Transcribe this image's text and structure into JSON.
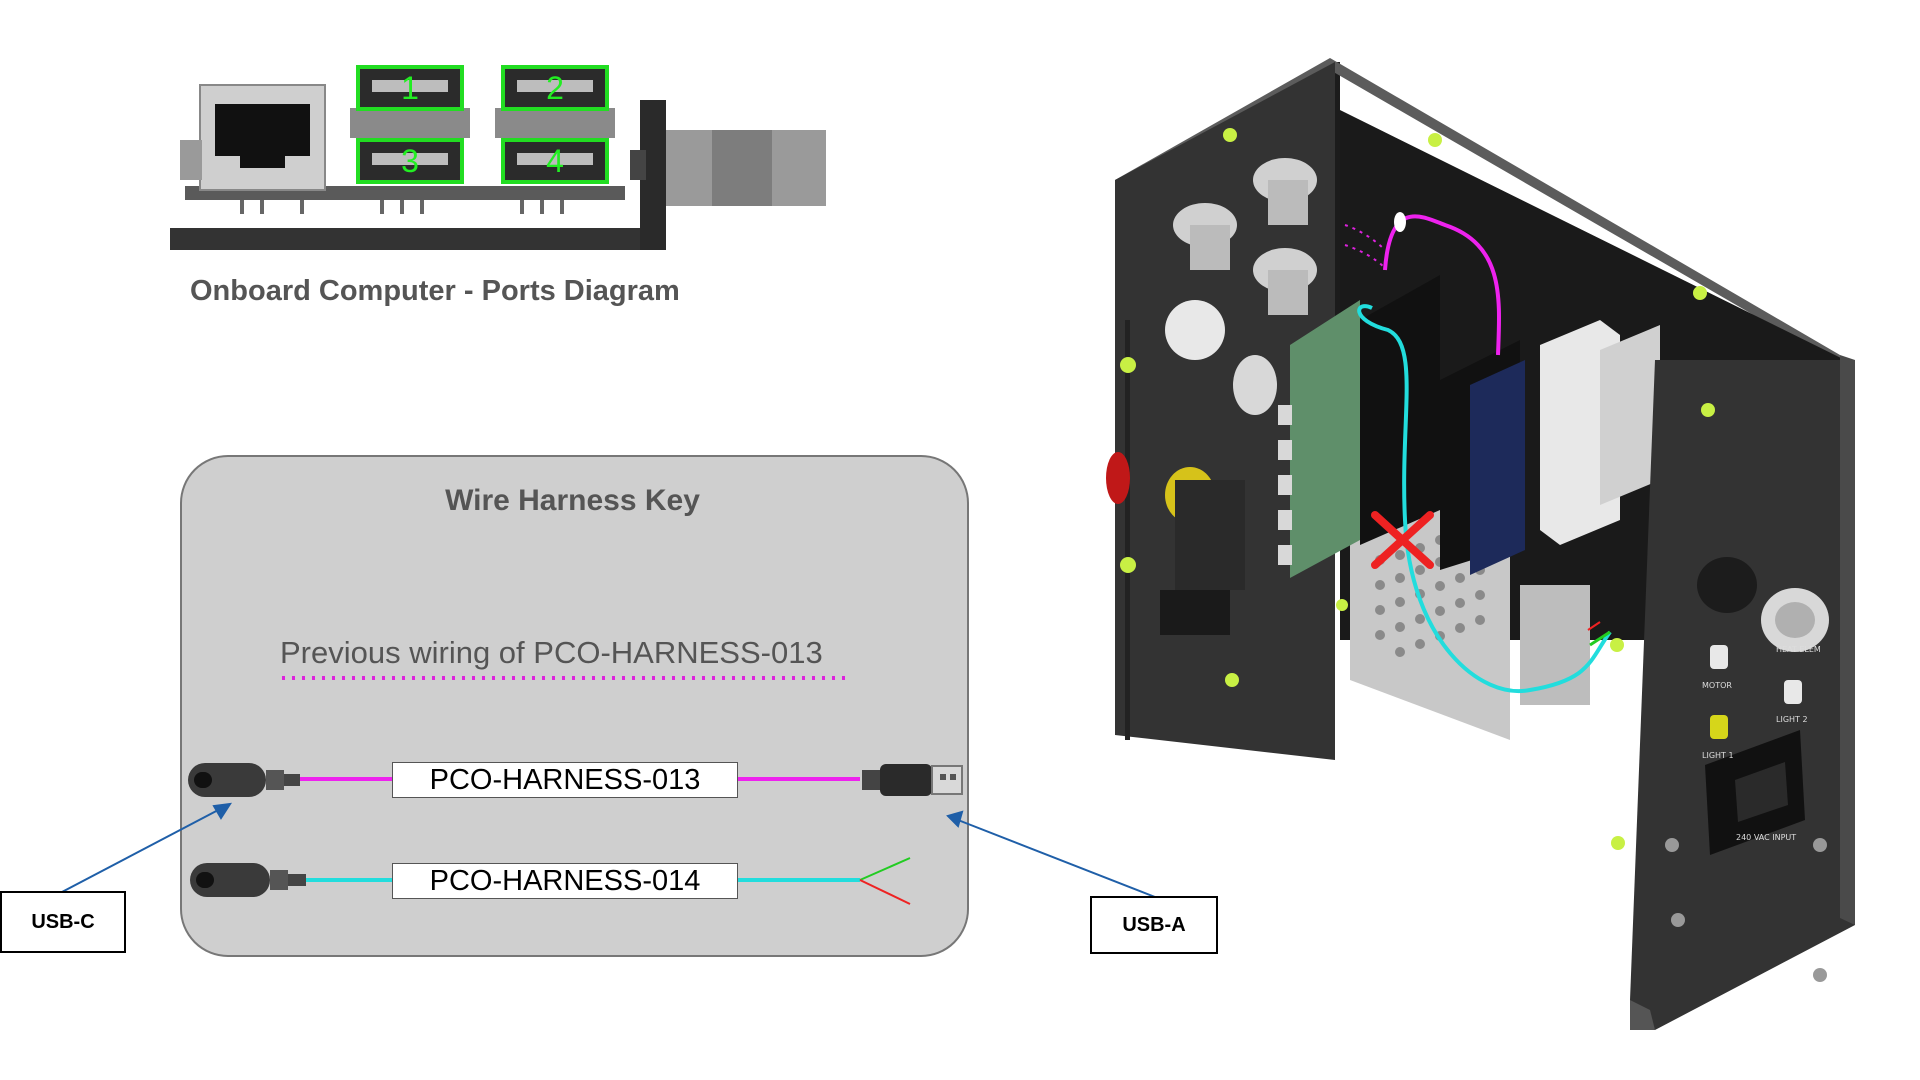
{
  "ports_diagram": {
    "caption": "Onboard Computer - Ports Diagram",
    "port_numbers": [
      "1",
      "2",
      "3",
      "4"
    ],
    "highlight_color": "#22dd22"
  },
  "wire_harness_key": {
    "title": "Wire Harness Key",
    "previous_wiring_label": "Previous wiring of PCO-HARNESS-013",
    "previous_wiring_color": "#dd22dd",
    "harnesses": [
      {
        "label": "PCO-HARNESS-013",
        "color": "#ee22ee"
      },
      {
        "label": "PCO-HARNESS-014",
        "color": "#22dddd"
      }
    ]
  },
  "callouts": {
    "usb_c": "USB-C",
    "usb_a": "USB-A"
  },
  "enclosure": {
    "panel_labels": [
      "MOTOR",
      "HEAT ELEM",
      "LIGHT 1",
      "LIGHT 2",
      "240 VAC INPUT"
    ],
    "removed_marker_color": "#ee2222"
  }
}
